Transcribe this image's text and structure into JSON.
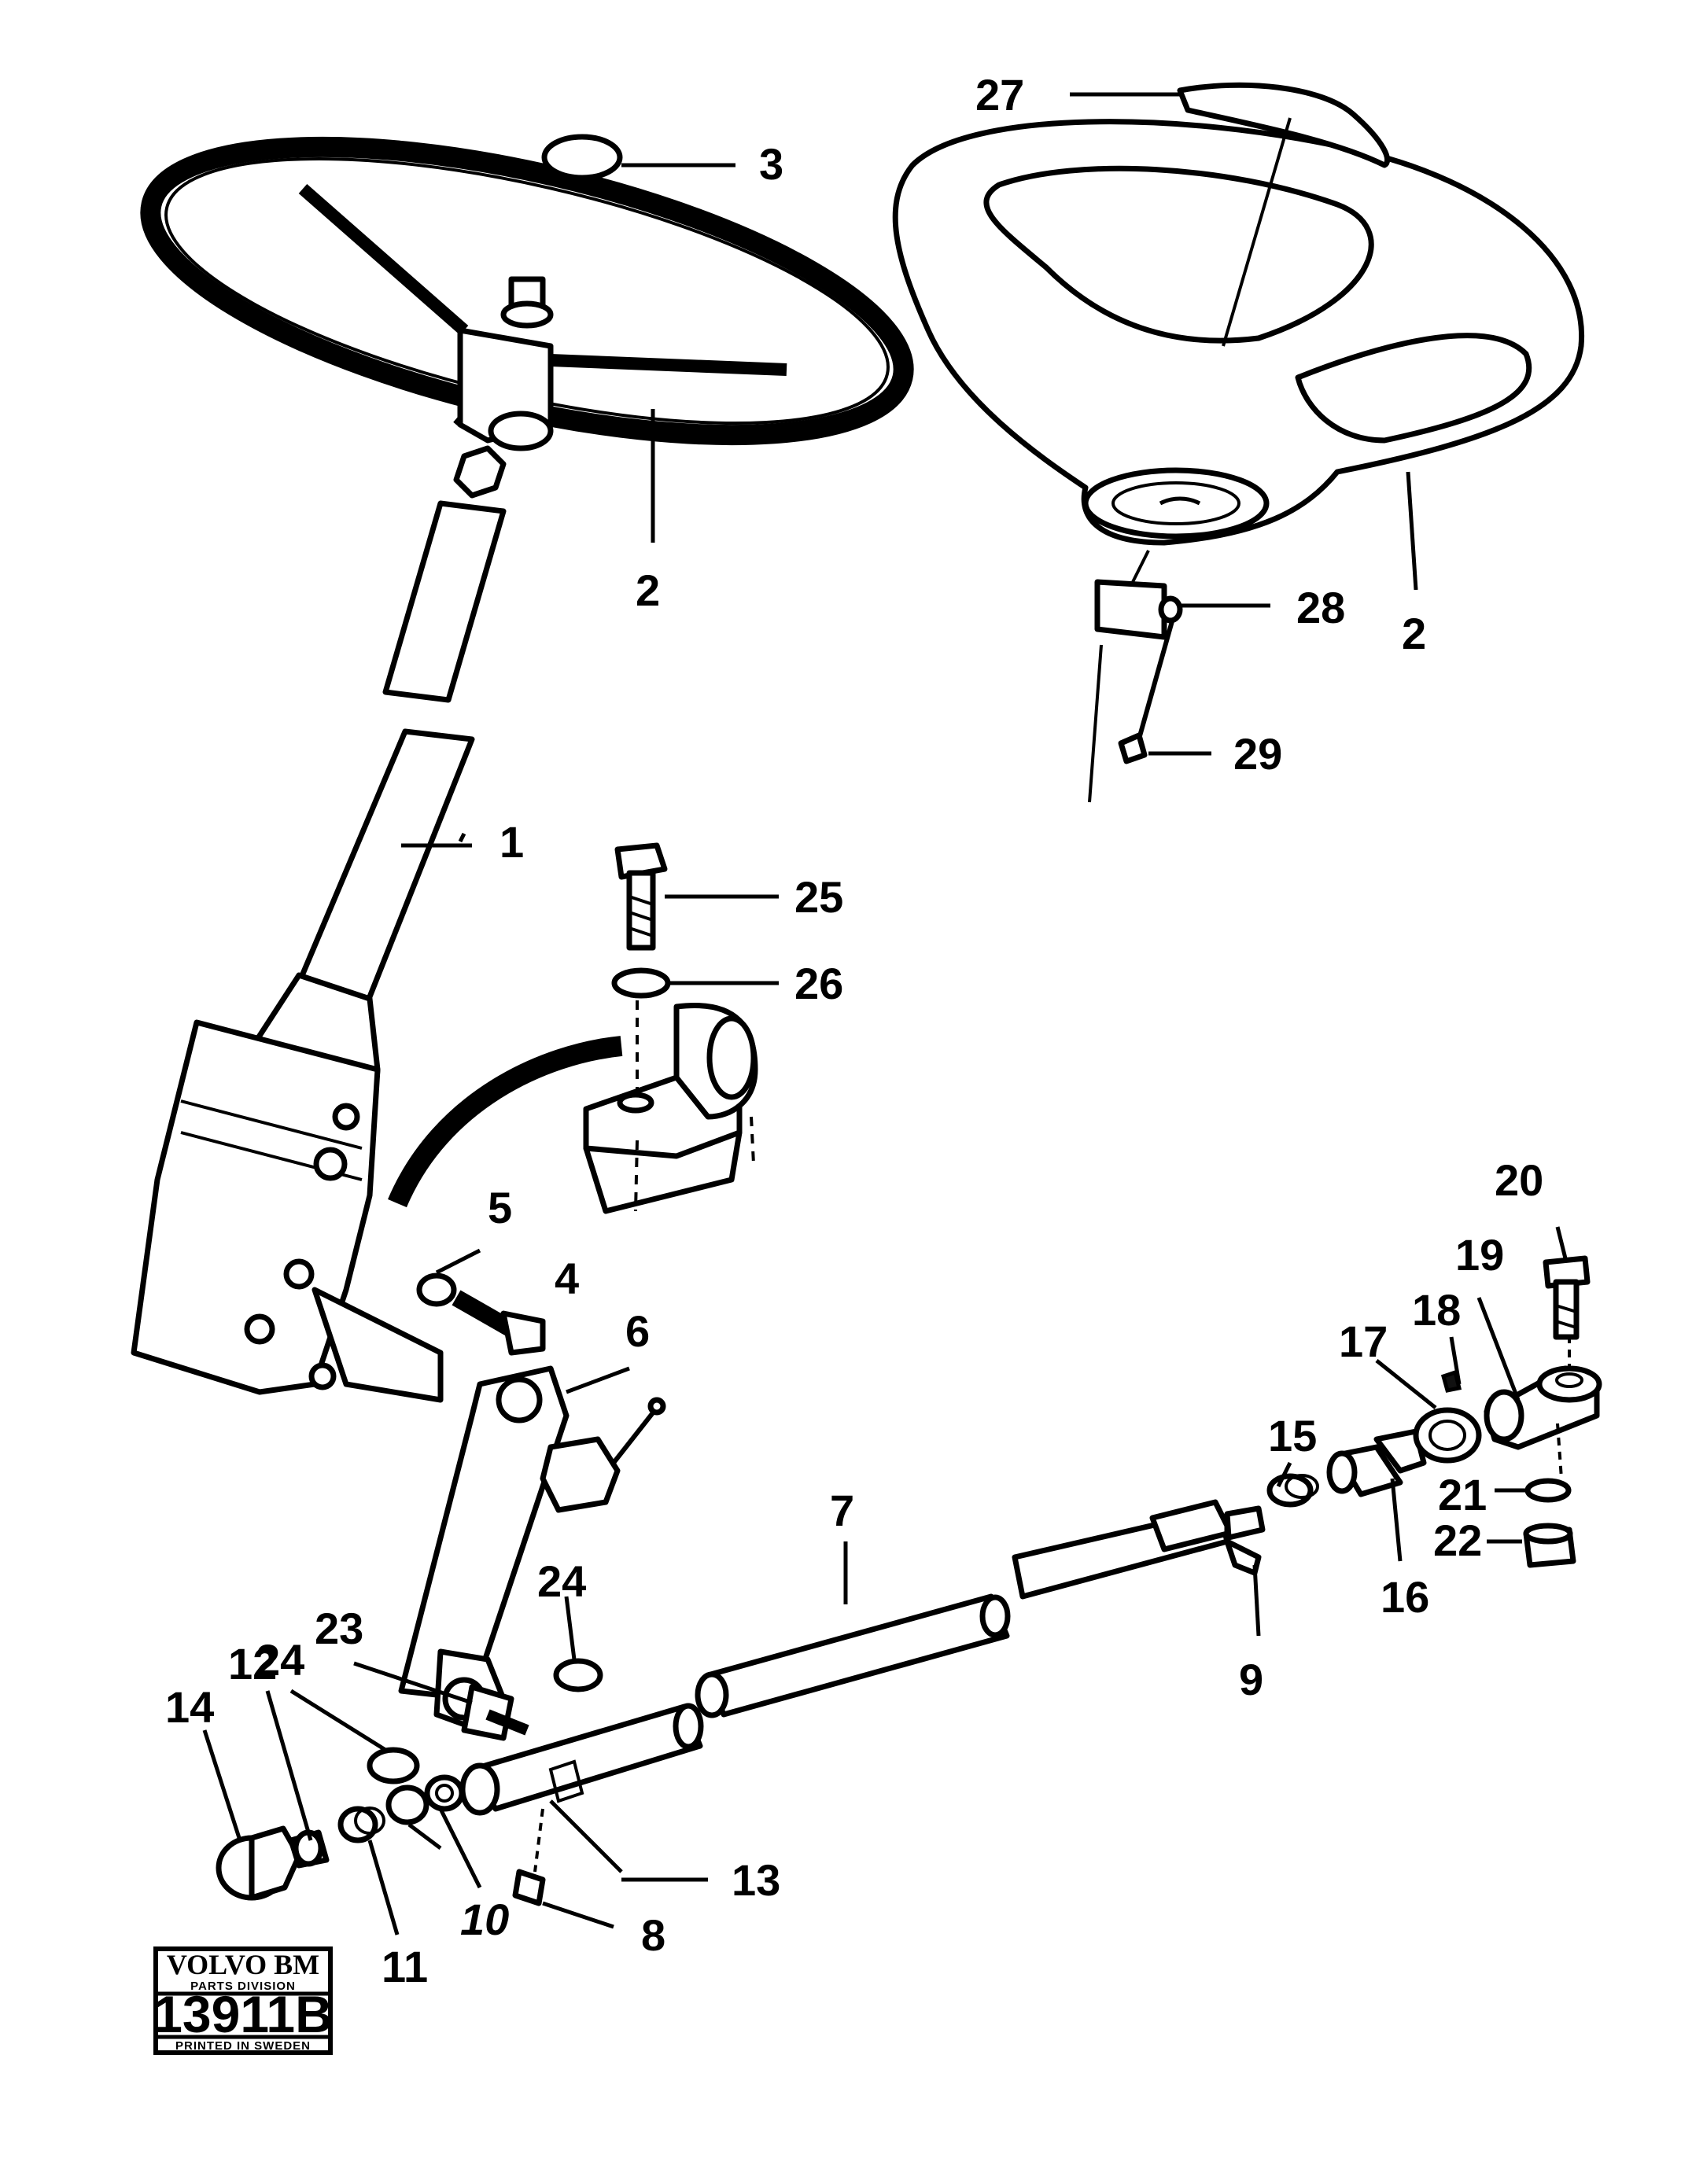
{
  "callouts": {
    "c1": "1",
    "c2a": "2",
    "c2b": "2",
    "c3": "3",
    "c4": "4",
    "c5": "5",
    "c6": "6",
    "c7": "7",
    "c8": "8",
    "c9": "9",
    "c10": "10",
    "c11": "11",
    "c12": "12",
    "c13": "13",
    "c14": "14",
    "c15": "15",
    "c16": "16",
    "c17": "17",
    "c18": "18",
    "c19": "19",
    "c20": "20",
    "c21": "21",
    "c22": "22",
    "c23": "23",
    "c24a": "24",
    "c24b": "24",
    "c25": "25",
    "c26": "26",
    "c27": "27",
    "c28": "28",
    "c29": "29"
  },
  "stamp": {
    "brand": "VOLVO BM",
    "division": "PARTS DIVISION",
    "number": "13911B",
    "printed": "PRINTED IN SWEDEN"
  }
}
